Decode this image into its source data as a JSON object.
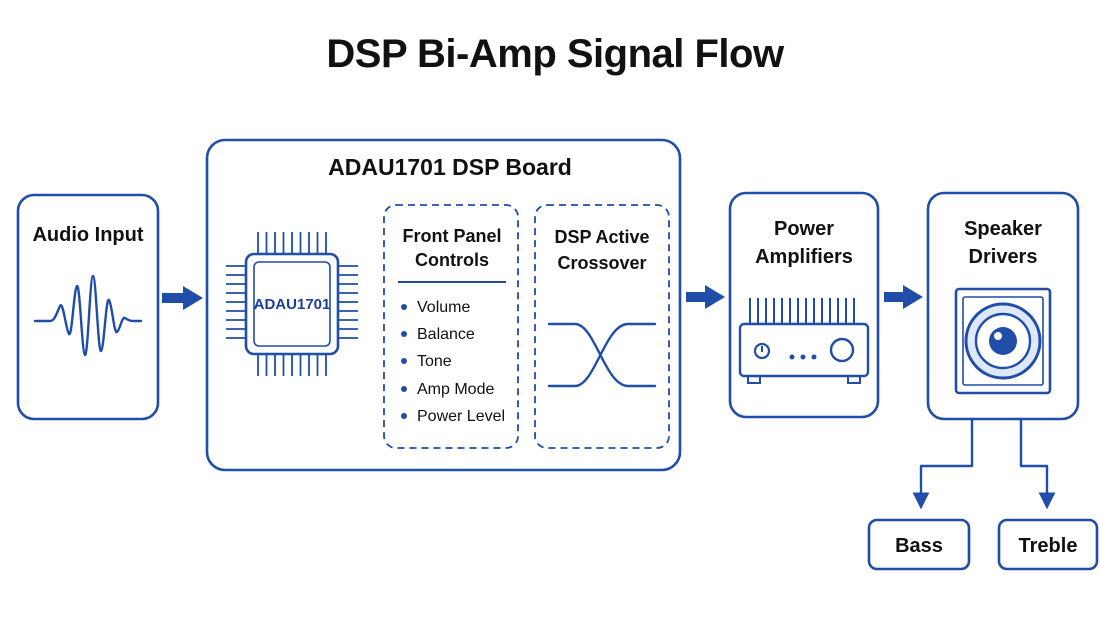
{
  "title": "DSP Bi-Amp Signal Flow",
  "blocks": {
    "audio_input": {
      "label": "Audio Input"
    },
    "dsp_board": {
      "label": "ADAU1701 DSP Board",
      "chip_label": "ADAU1701",
      "front_panel": {
        "title_line1": "Front Panel",
        "title_line2": "Controls",
        "items": [
          "Volume",
          "Balance",
          "Tone",
          "Amp Mode",
          "Power Level"
        ]
      },
      "crossover": {
        "title_line1": "DSP Active",
        "title_line2": "Crossover"
      }
    },
    "power_amplifiers": {
      "label_line1": "Power",
      "label_line2": "Amplifiers"
    },
    "speaker_drivers": {
      "label_line1": "Speaker",
      "label_line2": "Drivers"
    },
    "outputs": {
      "bass": "Bass",
      "treble": "Treble"
    }
  },
  "icons": {
    "audio_input": "waveform-icon",
    "dsp_board": "chip-icon",
    "crossover": "crossover-curve-icon",
    "power_amplifiers": "amplifier-icon",
    "speaker_drivers": "speaker-icon"
  },
  "colors": {
    "accent": "#1f4da8",
    "text": "#111111"
  }
}
